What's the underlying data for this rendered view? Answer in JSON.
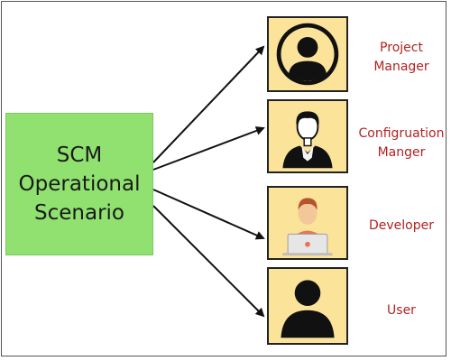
{
  "center": {
    "lines": [
      "SCM",
      "Operational",
      "Scenario"
    ]
  },
  "roles": [
    {
      "name": "project-manager",
      "lines": [
        "Project",
        "Manager"
      ],
      "icon": "circled-person-icon"
    },
    {
      "name": "configuration-manager",
      "lines": [
        "Configruation",
        "Manger"
      ],
      "icon": "man-with-shirt-icon"
    },
    {
      "name": "developer",
      "lines": [
        "Developer"
      ],
      "icon": "developer-with-laptop-icon"
    },
    {
      "name": "user",
      "lines": [
        "User"
      ],
      "icon": "user-silhouette-icon"
    }
  ],
  "colors": {
    "center_fill": "#90e170",
    "role_fill": "#fbe39a",
    "label_text": "#b22222",
    "arrow": "#111111"
  }
}
